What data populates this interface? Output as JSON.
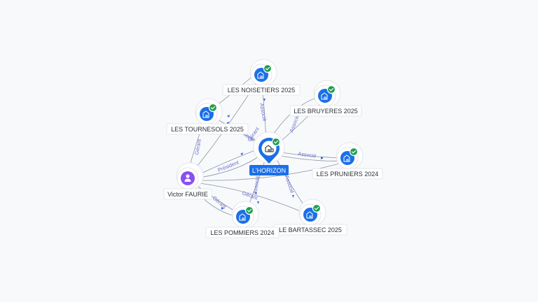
{
  "graph": {
    "nodes": [
      {
        "id": "horizon",
        "label": "L'HORIZON",
        "kind": "main",
        "icon": "building-icon",
        "verified": true
      },
      {
        "id": "noisetiers",
        "label": "LES NOISETIERS 2025",
        "kind": "company",
        "icon": "building-icon",
        "verified": true
      },
      {
        "id": "bruyeres",
        "label": "LES BRUYERES 2025",
        "kind": "company",
        "icon": "building-icon",
        "verified": true
      },
      {
        "id": "tournesols",
        "label": "LES TOURNESOLS 2025",
        "kind": "company",
        "icon": "building-icon",
        "verified": true
      },
      {
        "id": "pruniers",
        "label": "LES PRUNIERS 2024",
        "kind": "company",
        "icon": "building-icon",
        "verified": true
      },
      {
        "id": "bartassec",
        "label": "LE BARTASSEC 2025",
        "kind": "company",
        "icon": "building-icon",
        "verified": true
      },
      {
        "id": "pommiers",
        "label": "LES POMMIERS 2024",
        "kind": "company",
        "icon": "building-icon",
        "verified": true
      },
      {
        "id": "faurie",
        "label": "Victor FAURIE",
        "kind": "person",
        "icon": "person-icon",
        "verified": false
      }
    ],
    "edge_labels": {
      "associe": "Associé",
      "gerant": "Gérant",
      "president": "Président"
    },
    "colors": {
      "company": "#1b6fe8",
      "person": "#8a4ff0",
      "verified": "#1e9e4f",
      "edge": "#8d95a5",
      "edge_label": "#6b6fd0"
    }
  }
}
